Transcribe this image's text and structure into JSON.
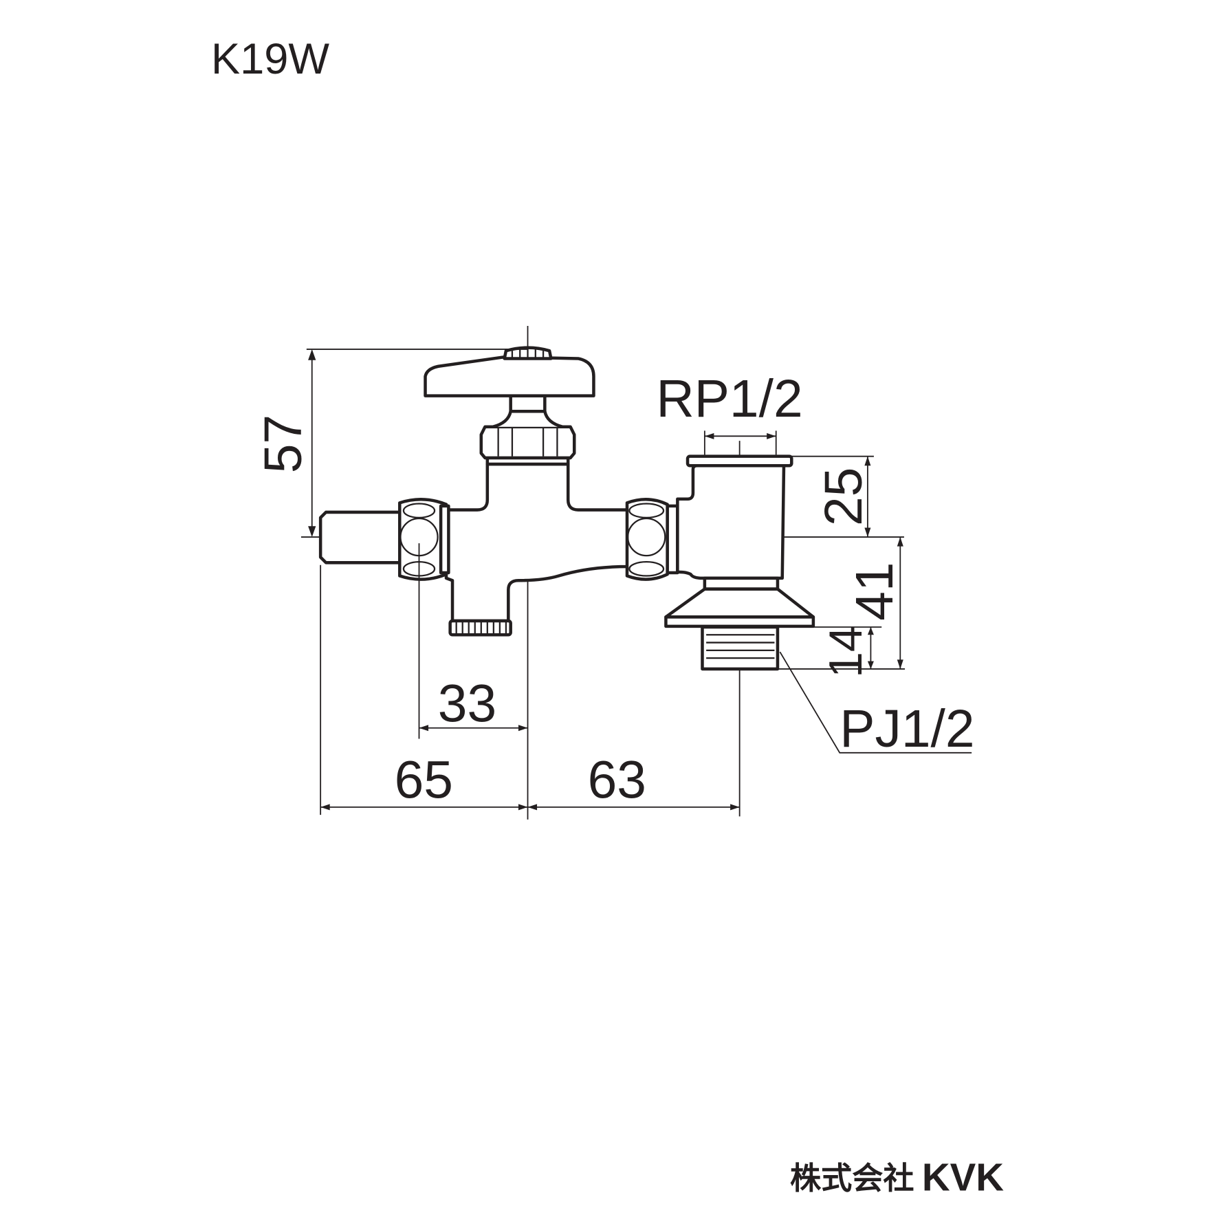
{
  "title": "K19W",
  "dimensions": {
    "height_total": "57",
    "outlet_height": "25",
    "bottom_depth": "41",
    "thread_length": "14",
    "nut_offset": "33",
    "left_length": "65",
    "right_length": "63"
  },
  "callouts": {
    "top_thread": "RP1/2",
    "bottom_thread": "PJ1/2"
  },
  "footer": {
    "company": "株式会社",
    "brand": "KVK"
  },
  "colors": {
    "ink": "#231f20"
  }
}
